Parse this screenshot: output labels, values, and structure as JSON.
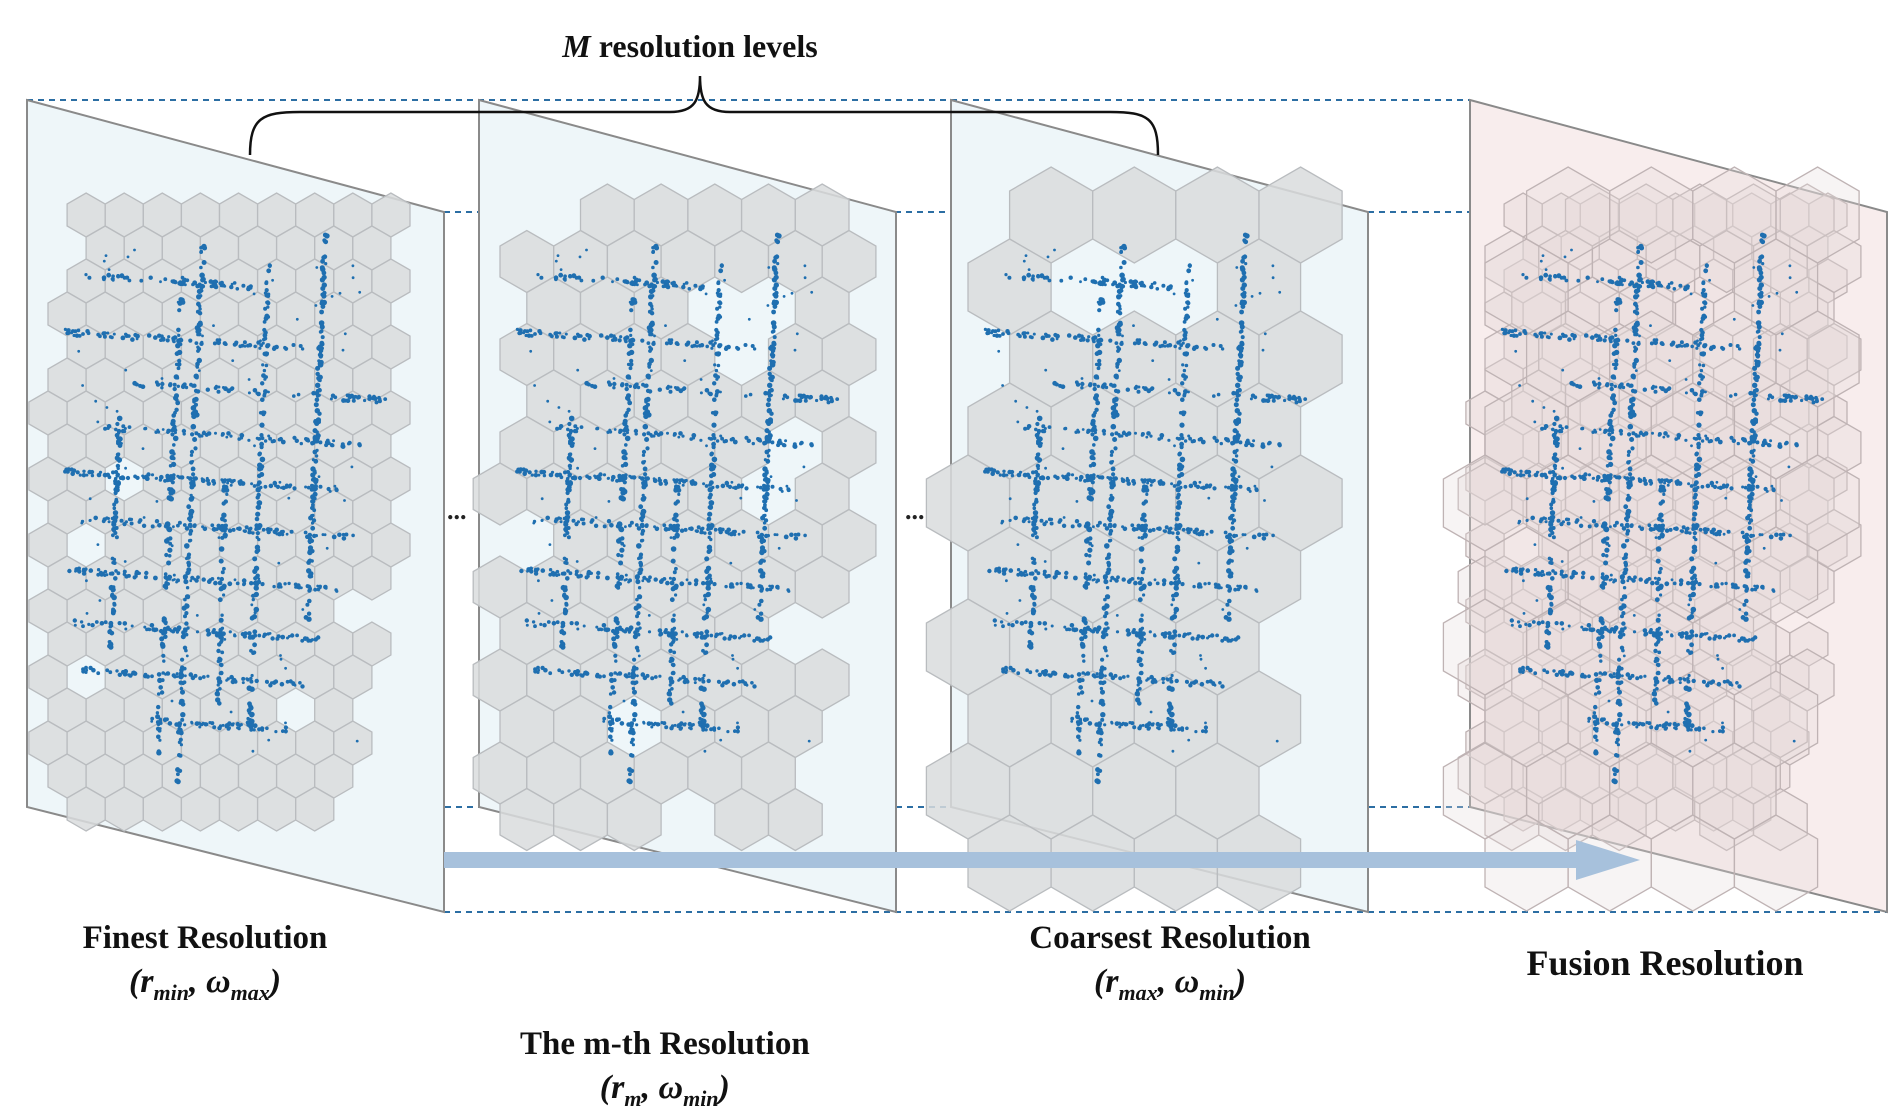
{
  "header": {
    "levels_var": "M",
    "levels_text": " resolution levels"
  },
  "ellipsis": "...",
  "panels": [
    {
      "title": "Finest Resolution",
      "param_r": "r",
      "param_r_sub": "min",
      "param_w": "ω",
      "param_w_sub": "max"
    },
    {
      "title": "The m-th Resolution",
      "param_r": "r",
      "param_r_sub": "m",
      "param_w": "ω",
      "param_w_sub": "min"
    },
    {
      "title": "Coarsest Resolution",
      "param_r": "r",
      "param_r_sub": "max",
      "param_w": "ω",
      "param_w_sub": "min"
    },
    {
      "title": "Fusion Resolution"
    }
  ],
  "colors": {
    "panel_fill": "#eef6f9",
    "fusion_fill": "#f8eded",
    "panel_border": "#8a8a8a",
    "hex_fill": "#d9dcdd",
    "hex_stroke": "#b9bcbf",
    "points": "#1f6fb0",
    "guide_lines": "#2c6ea3",
    "arrow": "#a7c1dc"
  }
}
